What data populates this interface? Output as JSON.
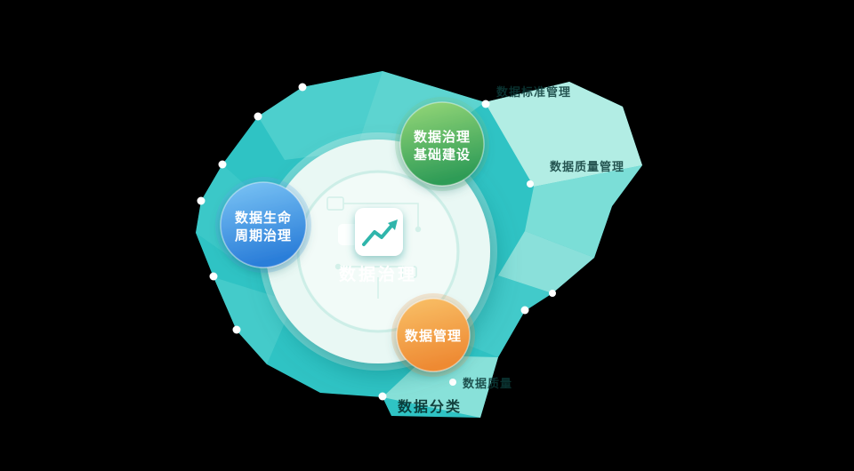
{
  "center": {
    "label": "数据治理",
    "icon": "line-chart-icon"
  },
  "nodes": {
    "lifecycle": {
      "line1": "数据生命",
      "line2": "周期治理"
    },
    "foundation": {
      "line1": "数据治理",
      "line2": "基础建设"
    },
    "management": {
      "line1": "数据管理"
    }
  },
  "faint_labels": {
    "top_right": "数据标准管理",
    "right": "数据质量管理",
    "bottom_center": "数据质量",
    "bottom_left": "数据分类"
  },
  "colors": {
    "background": "#000000",
    "blob_teal": "#2fc3c4",
    "facet_light": "#b9efe6",
    "node_blue": "#2e7fd9",
    "node_green": "#33a15c",
    "node_orange": "#ee8b34",
    "ring_light": "#e9f8f4",
    "accent_icon": "#2fb5ab",
    "dot_white": "#ffffff"
  }
}
